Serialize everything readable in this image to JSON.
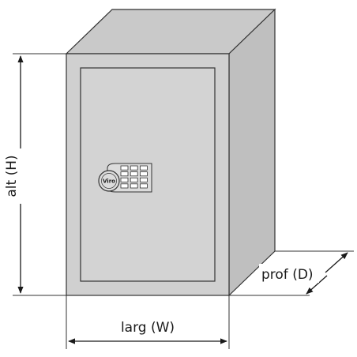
{
  "dimensions": {
    "height_label": "alt (H)",
    "width_label": "larg (W)",
    "depth_label": "prof (D)"
  },
  "lock": {
    "brand": "Viro",
    "keypad_keys": 12
  },
  "colors": {
    "front": "#d0d0d0",
    "side": "#bfbfbf",
    "top": "#c9c9c9",
    "outline": "#333333"
  }
}
